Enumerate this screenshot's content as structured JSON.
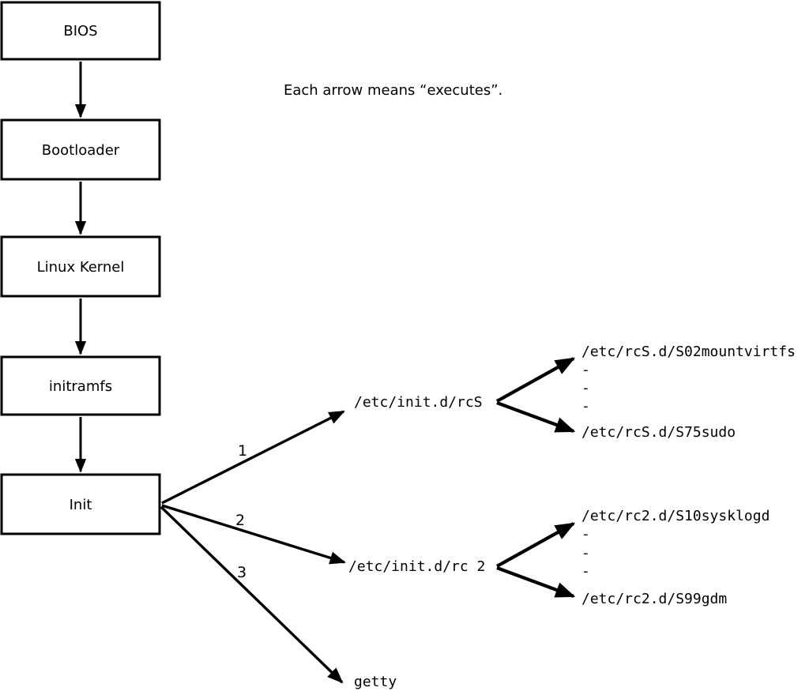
{
  "caption": "Each arrow means “executes”.",
  "nodes": [
    {
      "label": "BIOS"
    },
    {
      "label": "Bootloader"
    },
    {
      "label": "Linux Kernel"
    },
    {
      "label": "initramfs"
    },
    {
      "label": "Init"
    }
  ],
  "init_branches": [
    {
      "number": "1",
      "target": "/etc/init.d/rcS"
    },
    {
      "number": "2",
      "target": "/etc/init.d/rc 2"
    },
    {
      "number": "3",
      "target": "getty"
    }
  ],
  "rcS_scripts": {
    "first": "/etc/rcS.d/S02mountvirtfs",
    "ellipsis": [
      "-",
      "-",
      "-"
    ],
    "last": "/etc/rcS.d/S75sudo"
  },
  "rc2_scripts": {
    "first": "/etc/rc2.d/S10sysklogd",
    "ellipsis": [
      "-",
      "-",
      "-"
    ],
    "last": "/etc/rc2.d/S99gdm"
  },
  "colors": {
    "ink": "#000000",
    "background": "#ffffff"
  }
}
